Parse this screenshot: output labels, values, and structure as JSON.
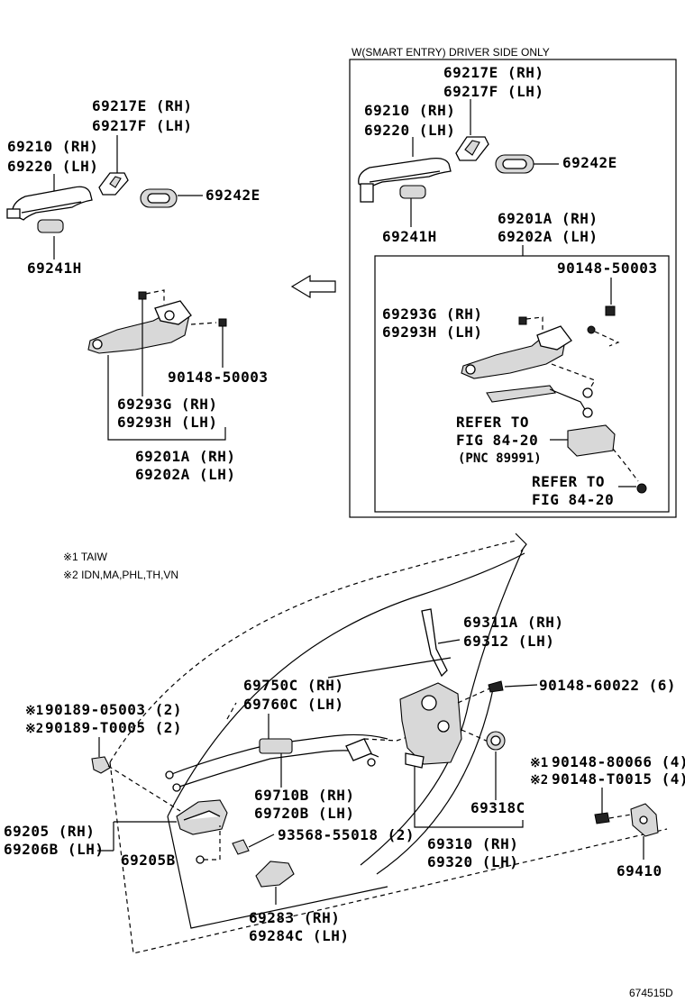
{
  "smart_entry_title": "W(SMART ENTRY) DRIVER SIDE ONLY",
  "notes": {
    "n1": "※1 TAIW",
    "n2": "※2 IDN,MA,PHL,TH,VN"
  },
  "labels": {
    "l_69217E_left": "69217E (RH)",
    "l_69217F_left": "69217F (LH)",
    "l_69210_left": "69210 (RH)",
    "l_69220_left": "69220 (LH)",
    "l_69242E_left": "69242E",
    "l_69241H_left": "69241H",
    "l_90148_50003_left": "90148-50003",
    "l_69293G_left": "69293G (RH)",
    "l_69293H_left": "69293H (LH)",
    "l_69201A_left": "69201A (RH)",
    "l_69202A_left": "69202A (LH)",
    "l_69217E_right": "69217E (RH)",
    "l_69217F_right": "69217F (LH)",
    "l_69210_right": "69210 (RH)",
    "l_69220_right": "69220 (LH)",
    "l_69242E_right": "69242E",
    "l_69241H_right": "69241H",
    "l_69201A_right": "69201A (RH)",
    "l_69202A_right": "69202A (LH)",
    "l_90148_50003_right": "90148-50003",
    "l_69293G_right": "69293G (RH)",
    "l_69293H_right": "69293H (LH)",
    "l_refer1_a": "REFER TO",
    "l_refer1_b": "FIG 84-20",
    "l_refer1_c": "(PNC 89991)",
    "l_refer2_a": "REFER TO",
    "l_refer2_b": "FIG 84-20",
    "l_69311A": "69311A (RH)",
    "l_69312": "69312 (LH)",
    "l_69750C": "69750C (RH)",
    "l_69760C": "69760C (LH)",
    "l_90148_60022": "90148-60022 (6)",
    "l_90189_05003": "90189-05003 (2)",
    "l_90189_T0005": "90189-T0005 (2)",
    "l_90148_80066": "90148-80066 (4)",
    "l_90148_T0015": "90148-T0015 (4)",
    "l_69710B": "69710B (RH)",
    "l_69720B": "69720B (LH)",
    "l_69318C": "69318C",
    "l_69205": "69205 (RH)",
    "l_69206B": "69206B (LH)",
    "l_69205B": "69205B",
    "l_93568": "93568-55018 (2)",
    "l_69310": "69310 (RH)",
    "l_69320": "69320 (LH)",
    "l_69410": "69410",
    "l_69283": "69283 (RH)",
    "l_69284C": "69284C (LH)"
  },
  "mark1": "※1",
  "mark2": "※2",
  "diagram_id": "674515D"
}
